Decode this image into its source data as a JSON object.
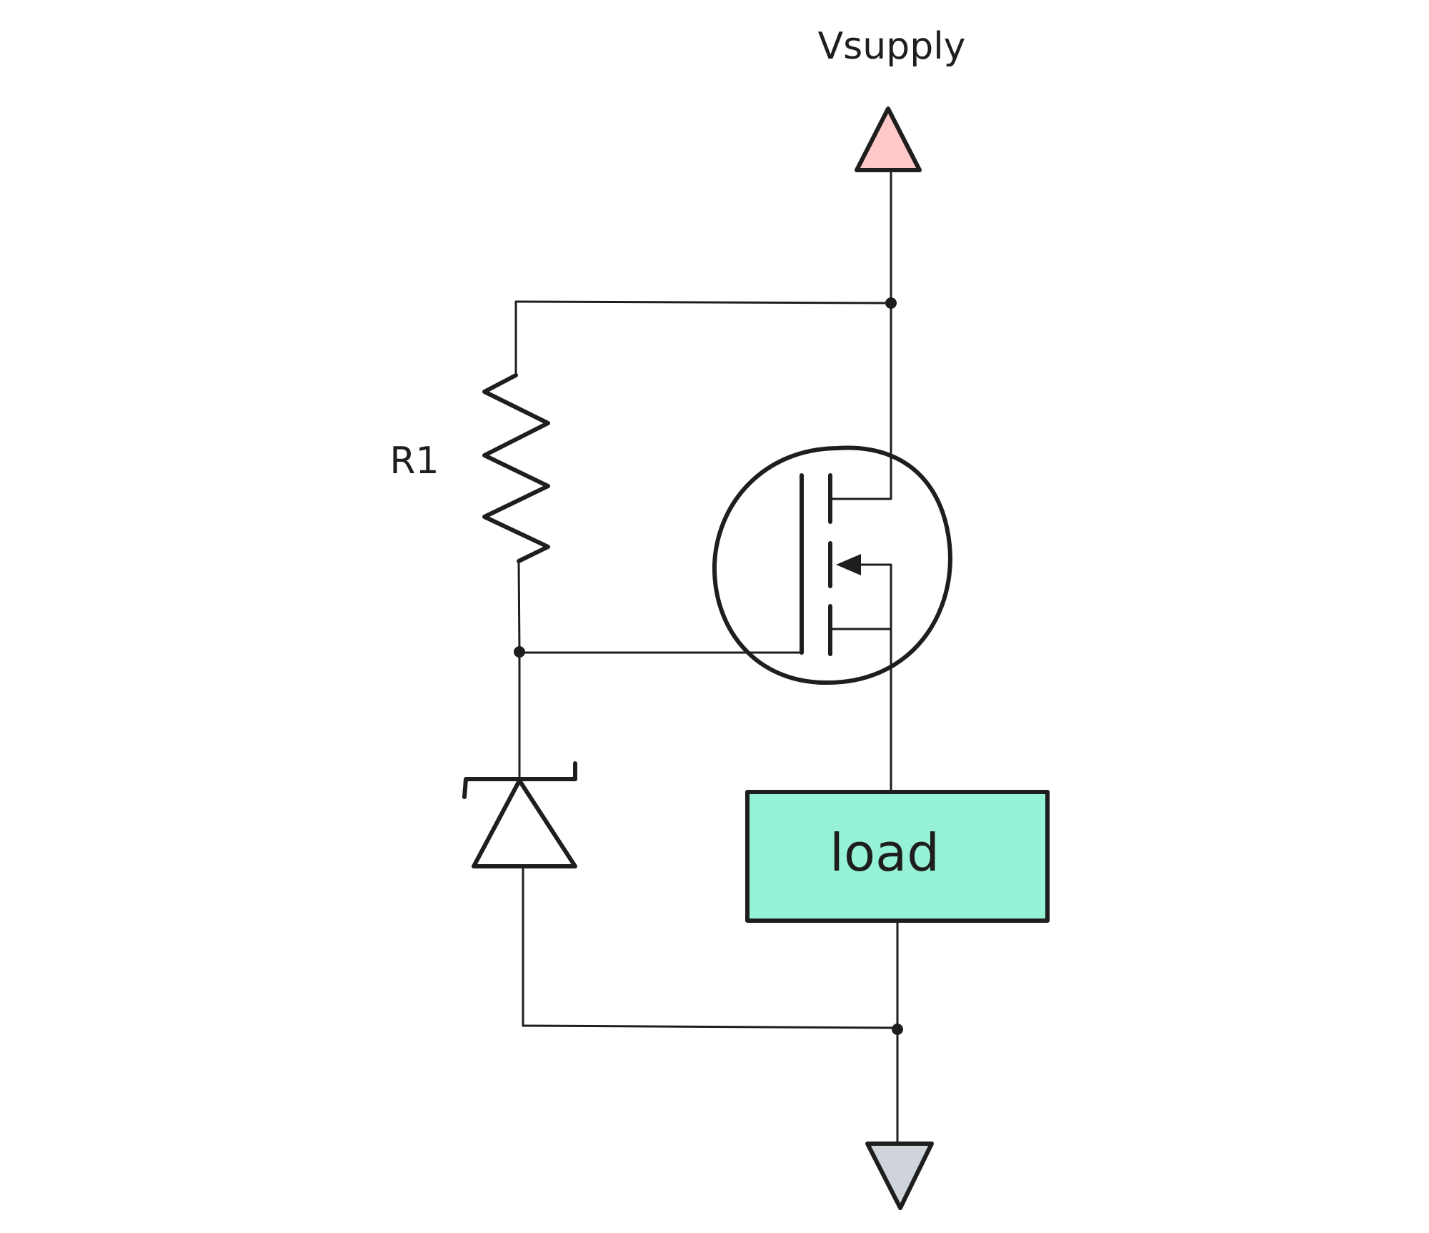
{
  "labels": {
    "supply": "Vsupply",
    "resistor": "R1",
    "load": "load"
  },
  "colors": {
    "supply_fill": "#ffc9c9",
    "ground_fill": "#ced4da",
    "load_fill": "#96f2d7",
    "stroke": "#1e1e1e"
  }
}
